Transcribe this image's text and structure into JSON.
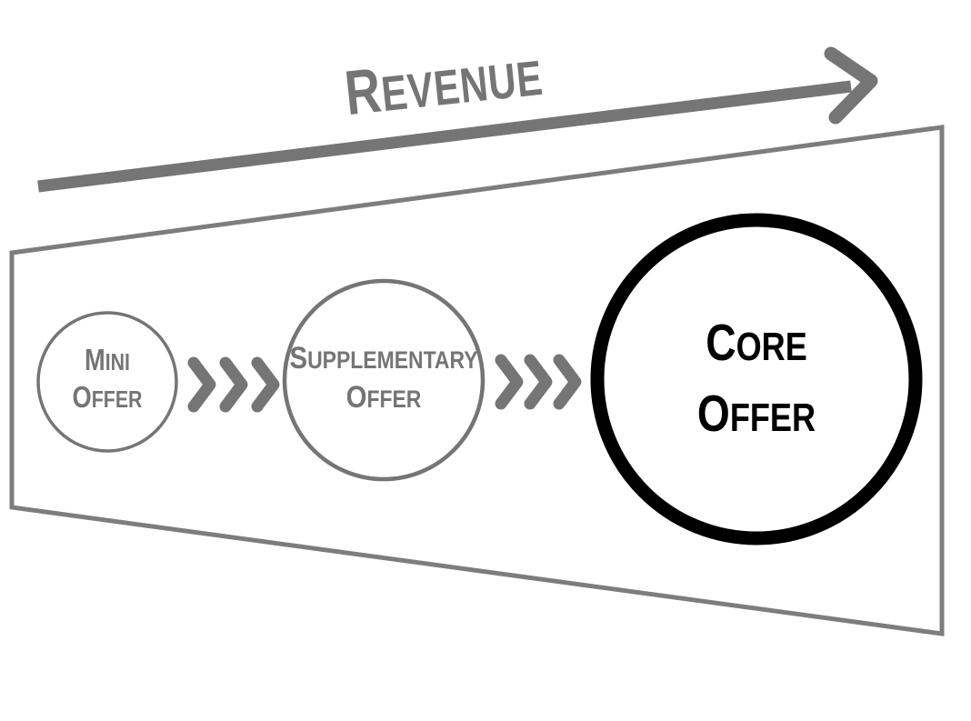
{
  "diagram": {
    "revenue_label": "Revenue",
    "stages": [
      {
        "id": "mini-offer",
        "line1": "Mini",
        "line2": "Offer"
      },
      {
        "id": "supplementary-offer",
        "line1": "Supplementary",
        "line2": "Offer"
      },
      {
        "id": "core-offer",
        "line1": "Core",
        "line2": "Offer"
      }
    ]
  },
  "icons": {
    "revenue_arrow": "right-arrow-icon",
    "stage_connector": "triple-chevron-right-icon"
  },
  "colors": {
    "gray": "#757575",
    "black": "#000000",
    "background": "#ffffff"
  }
}
